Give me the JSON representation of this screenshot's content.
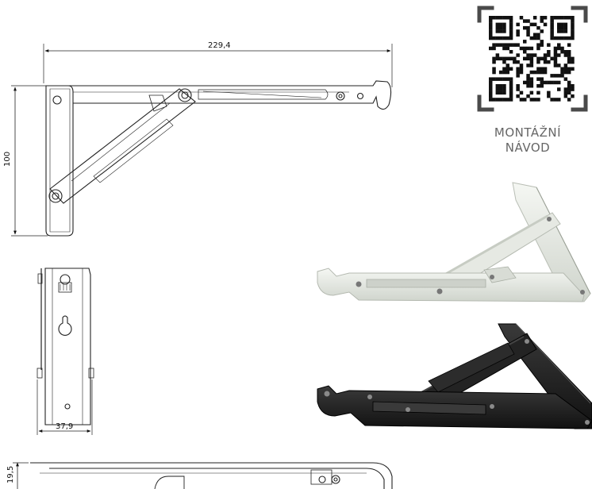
{
  "drawing": {
    "dim_length": "229,4",
    "dim_height": "100",
    "dim_width": "37,9",
    "dim_thickness": "19,5"
  },
  "qr": {
    "caption_line1": "MONTÁŽNÍ",
    "caption_line2": "NÁVOD",
    "corner_color": "#4a4a4a"
  },
  "photos": {
    "white_bracket_color": "#e9ece6",
    "black_bracket_color": "#1c1c1c"
  }
}
